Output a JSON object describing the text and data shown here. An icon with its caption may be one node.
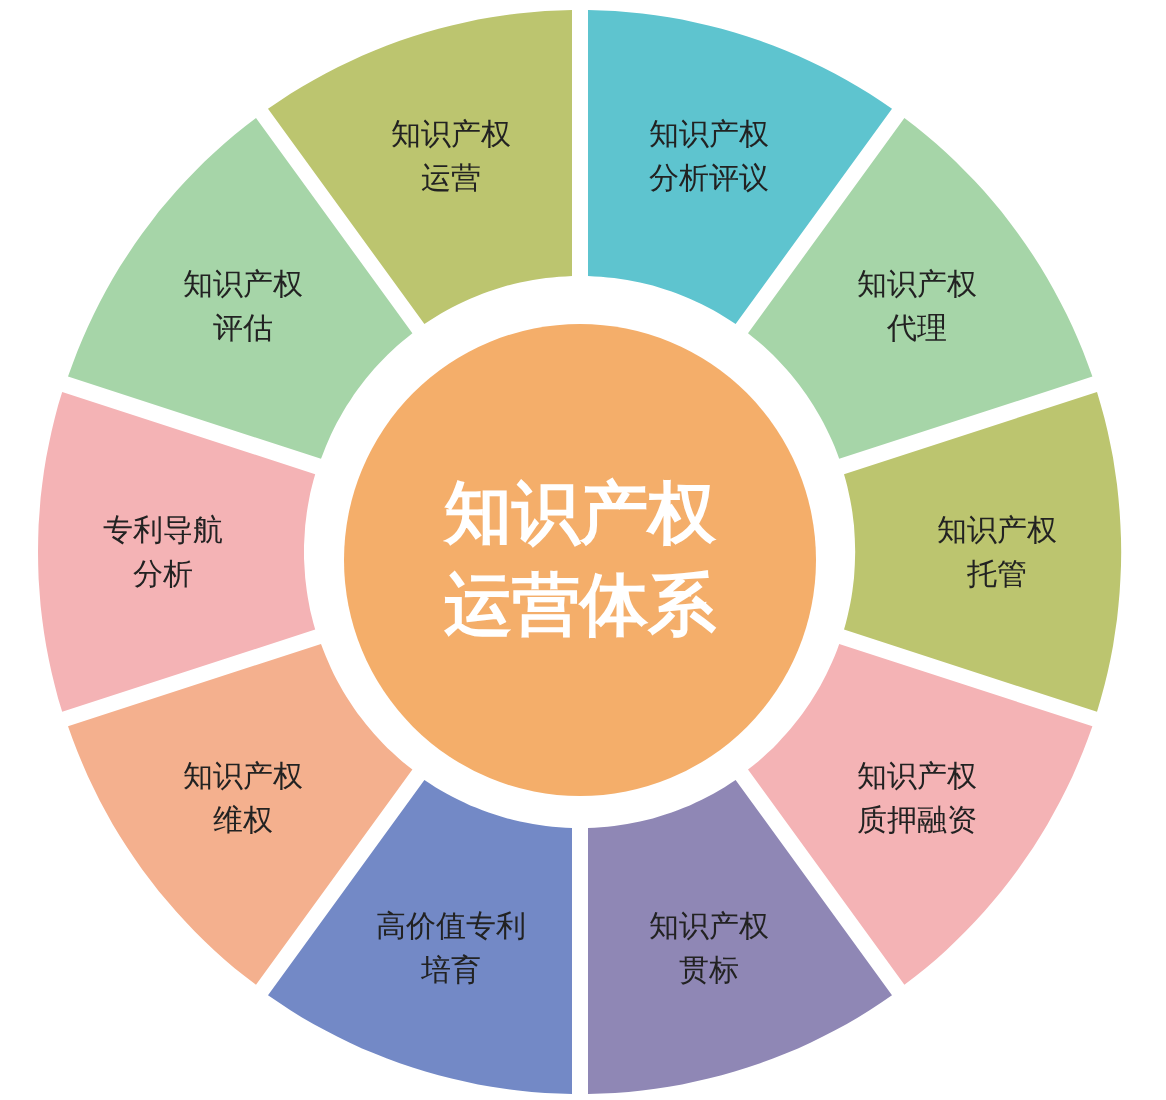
{
  "diagram": {
    "nodes": [
      {
        "text": [
          "知识产权运营体系"
        ]
      },
      {
        "text": [
          "知识产权分析评议"
        ]
      },
      {
        "text": [
          "知识产权代理"
        ]
      },
      {
        "text": [
          "知识产权托管"
        ]
      },
      {
        "text": [
          "知识产权质押融资"
        ]
      },
      {
        "text": [
          "知识产权贯标"
        ]
      },
      {
        "text": [
          "高价值专利培育"
        ]
      },
      {
        "text": [
          "知识产权维权"
        ]
      },
      {
        "text": [
          "专利导航分析"
        ]
      },
      {
        "text": [
          "知识产权评估"
        ]
      },
      {
        "text": [
          "知识产权运营"
        ]
      }
    ]
  }
}
